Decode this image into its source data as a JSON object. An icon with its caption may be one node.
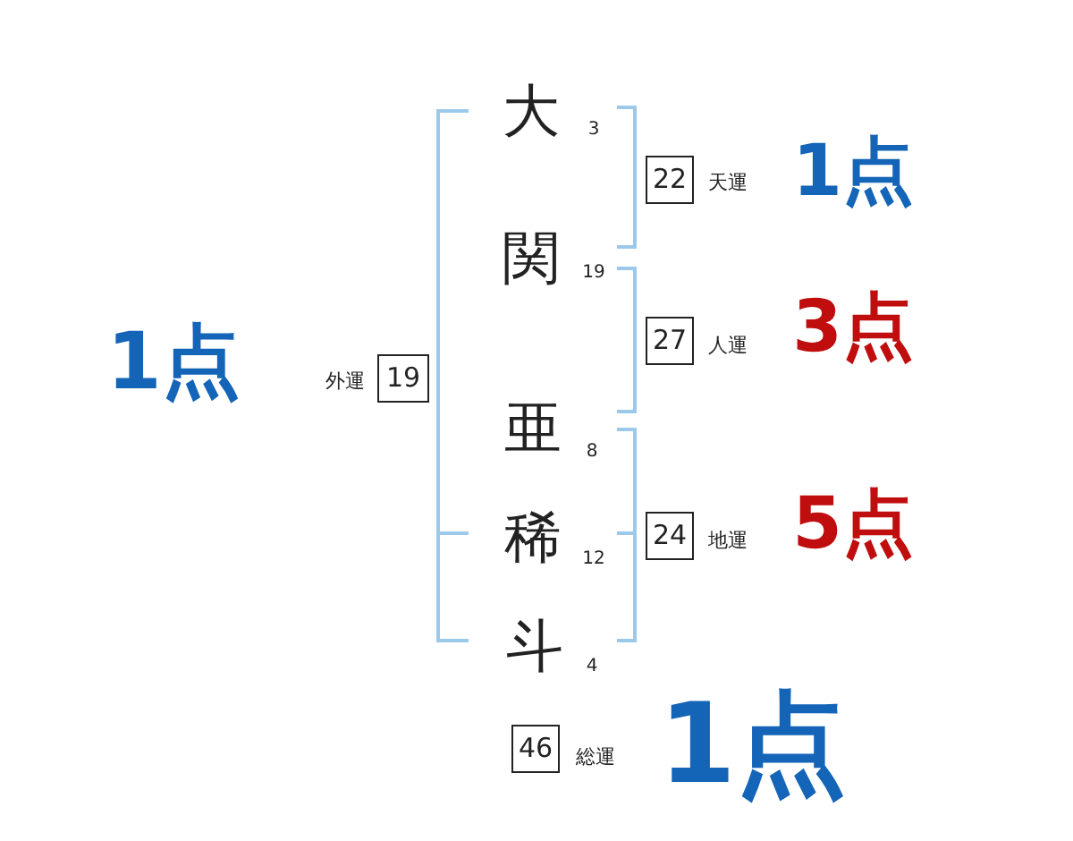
{
  "diagram": {
    "nodes": [
      {
        "text": [
          "22"
        ],
        "beside": [
          "天運"
        ]
      },
      {
        "text": [
          "27"
        ],
        "beside": [
          "人運"
        ]
      },
      {
        "text": [
          "19"
        ],
        "beside": [
          "外運"
        ]
      },
      {
        "text": [
          "24"
        ],
        "beside": [
          "地運"
        ]
      },
      {
        "text": [
          "46"
        ],
        "beside": [
          "総運"
        ]
      }
    ],
    "labels": [
      "大",
      "3",
      "1点",
      "関",
      "19",
      "3点",
      "1点",
      "亜",
      "8",
      "稀",
      "12",
      "5点",
      "斗",
      "4",
      "1点"
    ]
  }
}
